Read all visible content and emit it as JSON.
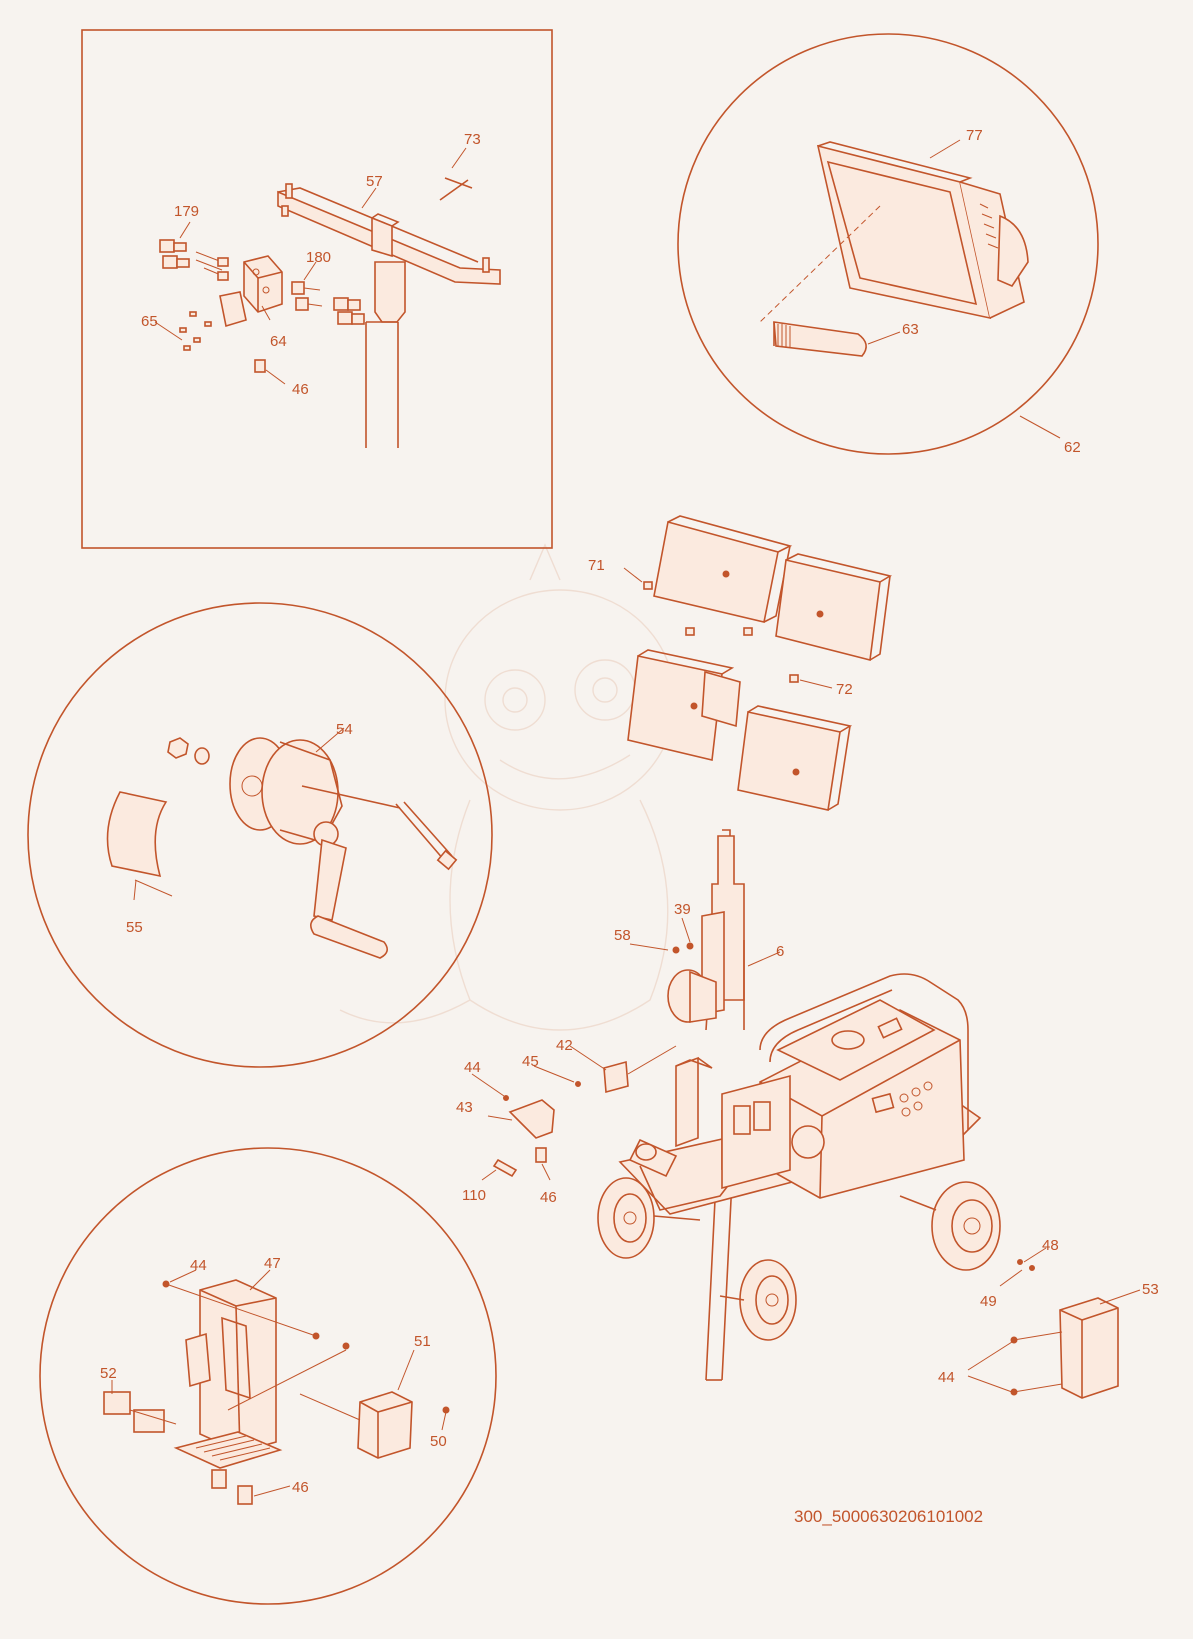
{
  "diagram": {
    "drawing_number": "300_5000630206101002",
    "callouts": {
      "c73": "73",
      "c57": "57",
      "c179": "179",
      "c180": "180",
      "c65": "65",
      "c64": "64",
      "c46a": "46",
      "c77": "77",
      "c63": "63",
      "c62": "62",
      "c71": "71",
      "c72": "72",
      "c54": "54",
      "c55": "55",
      "c39": "39",
      "c58": "58",
      "c6": "6",
      "c42": "42",
      "c45": "45",
      "c44a": "44",
      "c43": "43",
      "c110": "110",
      "c46b": "46",
      "c48": "48",
      "c49": "49",
      "c53": "53",
      "c44b": "44",
      "c44c": "44",
      "c47": "47",
      "c51": "51",
      "c52": "52",
      "c50": "50",
      "c46c": "46"
    }
  },
  "colors": {
    "line": "#c2552b",
    "background": "#f7f3ef",
    "watermark": "#efddd2"
  }
}
